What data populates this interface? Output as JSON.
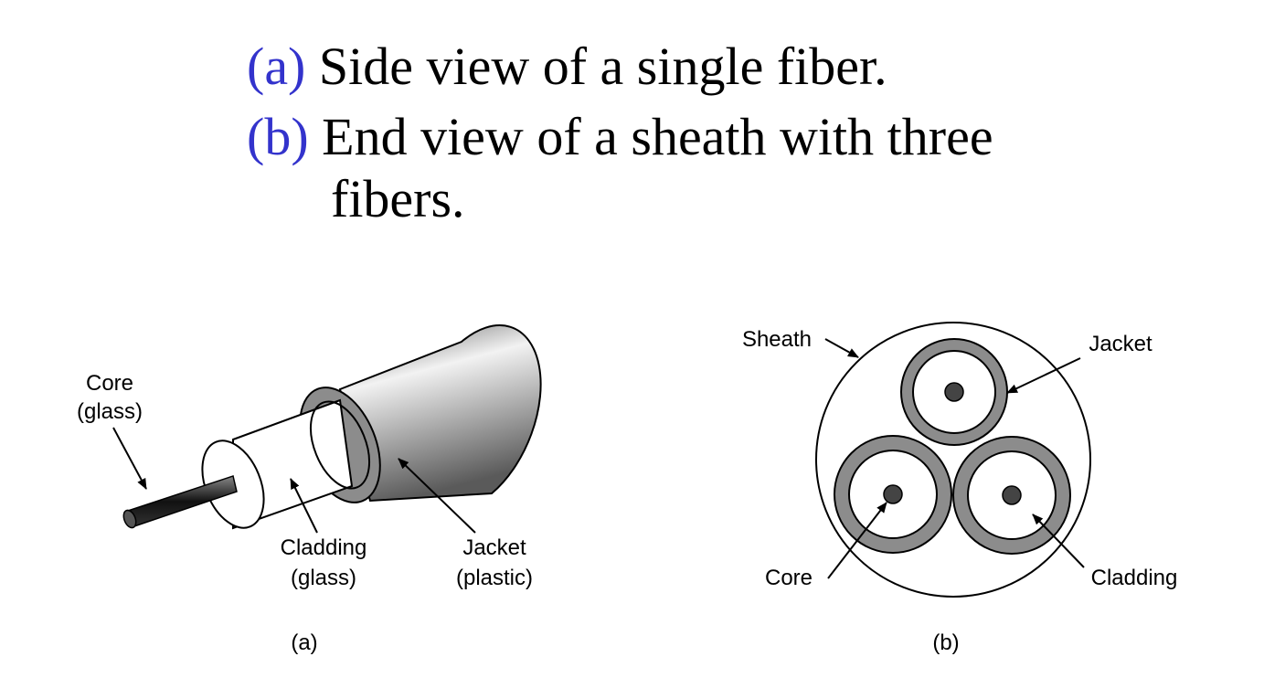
{
  "title": {
    "line1_label": "(a)",
    "line1_text": " Side view of a single fiber.",
    "line2_label": "(b)",
    "line2_text": " End view of a sheath with three",
    "line3_text": "fibers."
  },
  "figure_a": {
    "core_label": [
      "Core",
      "(glass)"
    ],
    "cladding_label": [
      "Cladding",
      "(glass)"
    ],
    "jacket_label": [
      "Jacket",
      "(plastic)"
    ],
    "caption": "(a)"
  },
  "figure_b": {
    "sheath_label": "Sheath",
    "jacket_label": "Jacket",
    "core_label": "Core",
    "cladding_label": "Cladding",
    "caption": "(b)"
  },
  "colors": {
    "title_label": "#3333cc",
    "jacket_gray": "#8c8c8c",
    "core_dark": "#444444"
  }
}
